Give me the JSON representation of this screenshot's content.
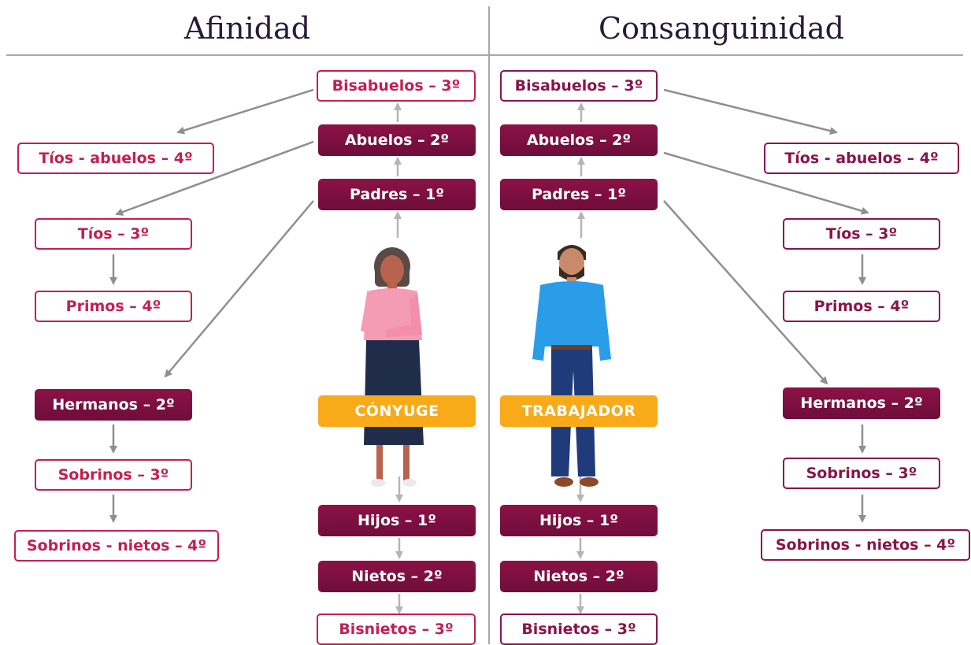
{
  "headers": {
    "affinity": "Afinidad",
    "consanguinity": "Consanguinidad"
  },
  "roles": {
    "spouse": "CÓNYUGE",
    "worker": "TRABAJADOR"
  },
  "affinity": {
    "great_grandparents": "Bisabuelos – 3º",
    "grandparents": "Abuelos – 2º",
    "parents": "Padres – 1º",
    "great_uncles": "Tíos - abuelos – 4º",
    "uncles": "Tíos – 3º",
    "cousins": "Primos – 4º",
    "siblings": "Hermanos – 2º",
    "nephews": "Sobrinos – 3º",
    "grandnephews": "Sobrinos - nietos – 4º",
    "children": "Hijos – 1º",
    "grandchildren": "Nietos – 2º",
    "great_grandchildren": "Bisnietos – 3º"
  },
  "consanguinity": {
    "great_grandparents": "Bisabuelos – 3º",
    "grandparents": "Abuelos – 2º",
    "parents": "Padres – 1º",
    "great_uncles": "Tíos - abuelos – 4º",
    "uncles": "Tíos – 3º",
    "cousins": "Primos – 4º",
    "siblings": "Hermanos – 2º",
    "nephews": "Sobrinos – 3º",
    "grandnephews": "Sobrinos - nietos – 4º",
    "children": "Hijos – 1º",
    "grandchildren": "Nietos – 2º",
    "great_grandchildren": "Bisnietos – 3º"
  },
  "colors": {
    "crimson": "#c41e52",
    "wine": "#7a1040",
    "amber": "#f8aa19",
    "connector": "#8f8f8f"
  },
  "illustrations": {
    "left": "woman-figure",
    "right": "man-figure"
  }
}
